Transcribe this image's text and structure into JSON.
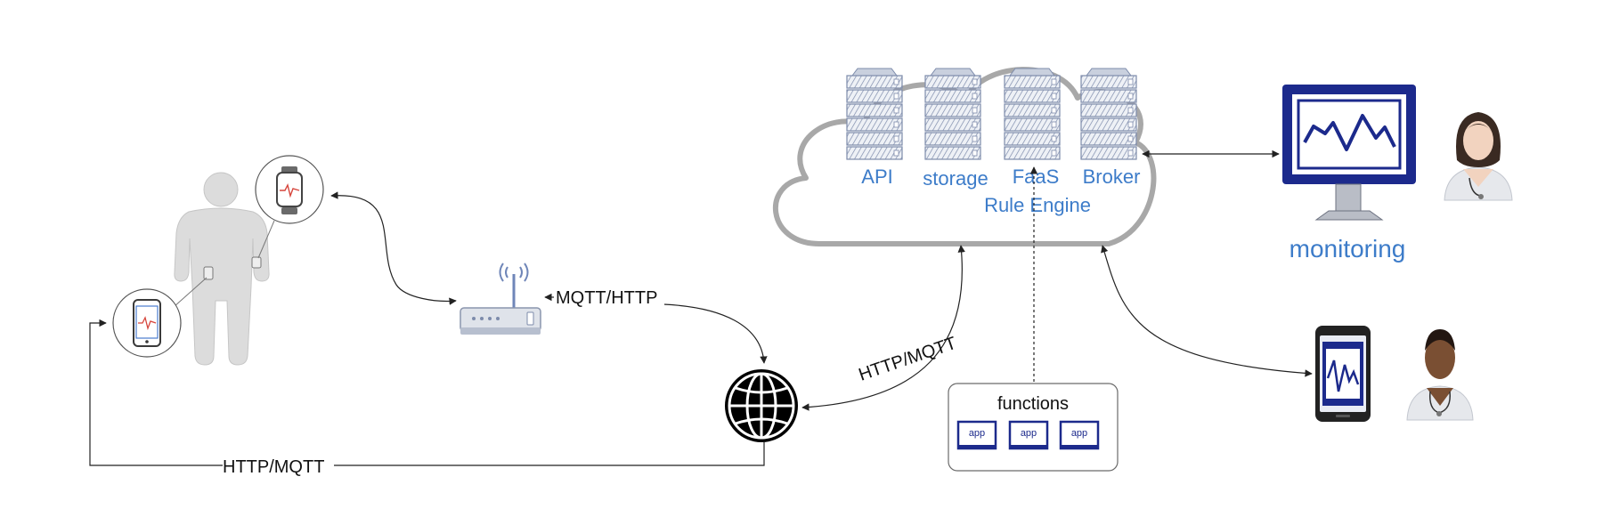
{
  "cloud": {
    "servers": [
      {
        "label": "API"
      },
      {
        "label": "storage"
      },
      {
        "label": "FaaS"
      },
      {
        "label": "Broker"
      }
    ],
    "rule_engine_label": "Rule Engine"
  },
  "connections": {
    "router_to_internet": "MQTT/HTTP",
    "internet_to_cloud": "HTTP/MQTT",
    "internet_to_phone": "HTTP/MQTT"
  },
  "functions": {
    "title": "functions",
    "apps": [
      "app",
      "app",
      "app"
    ]
  },
  "monitoring": {
    "label": "monitoring"
  },
  "colors": {
    "accent_blue": "#3d7cc9",
    "navy": "#1c2a8c",
    "cloud_grey": "#a8a8a8",
    "line": "#222222"
  }
}
